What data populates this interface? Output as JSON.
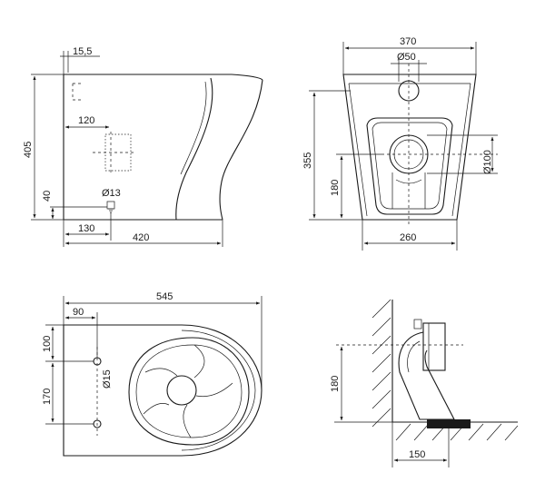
{
  "side_view": {
    "width_total": "420",
    "height_total": "405",
    "top_offset": "15,5",
    "inlet_offset": "120",
    "inlet_height": "40",
    "inlet_diameter": "Ø13",
    "bottom_offset": "130"
  },
  "front_view": {
    "width_top": "370",
    "hole_diameter": "Ø50",
    "height": "355",
    "outlet_height": "180",
    "outlet_diameter": "Ø100",
    "width_bottom": "260"
  },
  "top_view": {
    "length": "545",
    "hole_offset_x": "90",
    "hole_offset_y": "100",
    "hole_spacing": "170",
    "hole_diameter": "Ø15"
  },
  "install_view": {
    "outlet_height": "180",
    "wall_distance": "150"
  }
}
